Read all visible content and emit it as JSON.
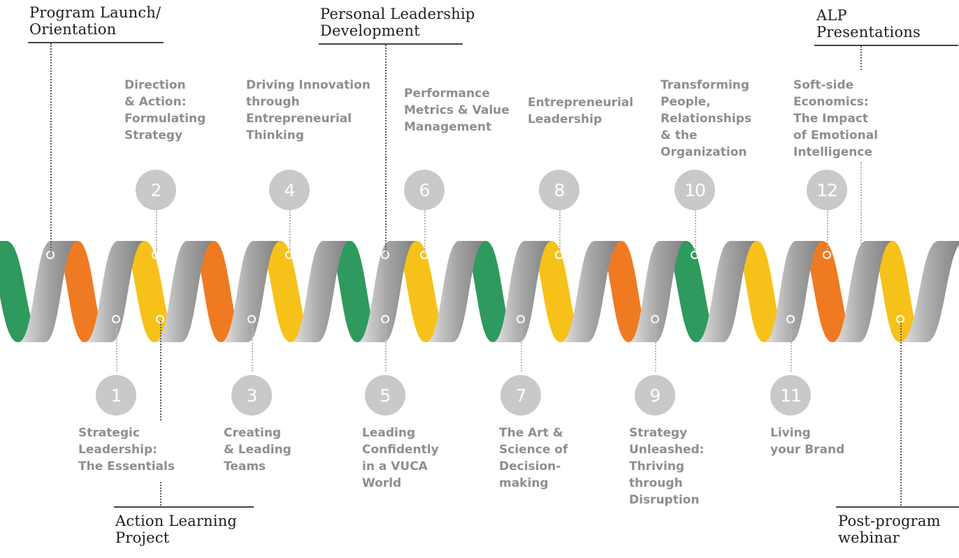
{
  "milestones": [
    {
      "text": "Program Launch/\nOrientation"
    },
    {
      "text": "Personal Leadership\nDevelopment"
    },
    {
      "text": "ALP\nPresentations"
    },
    {
      "text": "Action Learning\nProject"
    },
    {
      "text": "Post-program\nwebinar"
    }
  ],
  "modules": [
    {
      "number": "1",
      "title": "Strategic\nLeadership:\nThe Essentials"
    },
    {
      "number": "2",
      "title": "Direction\n& Action:\nFormulating\nStrategy"
    },
    {
      "number": "3",
      "title": "Creating\n& Leading\nTeams"
    },
    {
      "number": "4",
      "title": "Driving Innovation\nthrough\nEntrepreneurial\nThinking"
    },
    {
      "number": "5",
      "title": "Leading\nConfidently\nin a VUCA\nWorld"
    },
    {
      "number": "6",
      "title": "Performance\nMetrics & Value\nManagement"
    },
    {
      "number": "7",
      "title": "The Art &\nScience of\nDecision-\nmaking"
    },
    {
      "number": "8",
      "title": "Entrepreneurial\nLeadership"
    },
    {
      "number": "9",
      "title": "Strategy\nUnleashed:\nThriving\nthrough\nDisruption"
    },
    {
      "number": "10",
      "title": "Transforming\nPeople,\nRelationships\n& the\nOrganization"
    },
    {
      "number": "11",
      "title": "Living\nyour Brand"
    },
    {
      "number": "12",
      "title": "Soft-side\nEconomics:\nThe Impact\nof Emotional\nIntelligence"
    }
  ],
  "colors": {
    "grey_ribbon": "#a6a6a6",
    "green": "#2e9a5e",
    "orange": "#ef7a22",
    "yellow": "#f6c21a",
    "number_circle": "#c9c9c9",
    "topic_text": "#8e8e8e"
  }
}
